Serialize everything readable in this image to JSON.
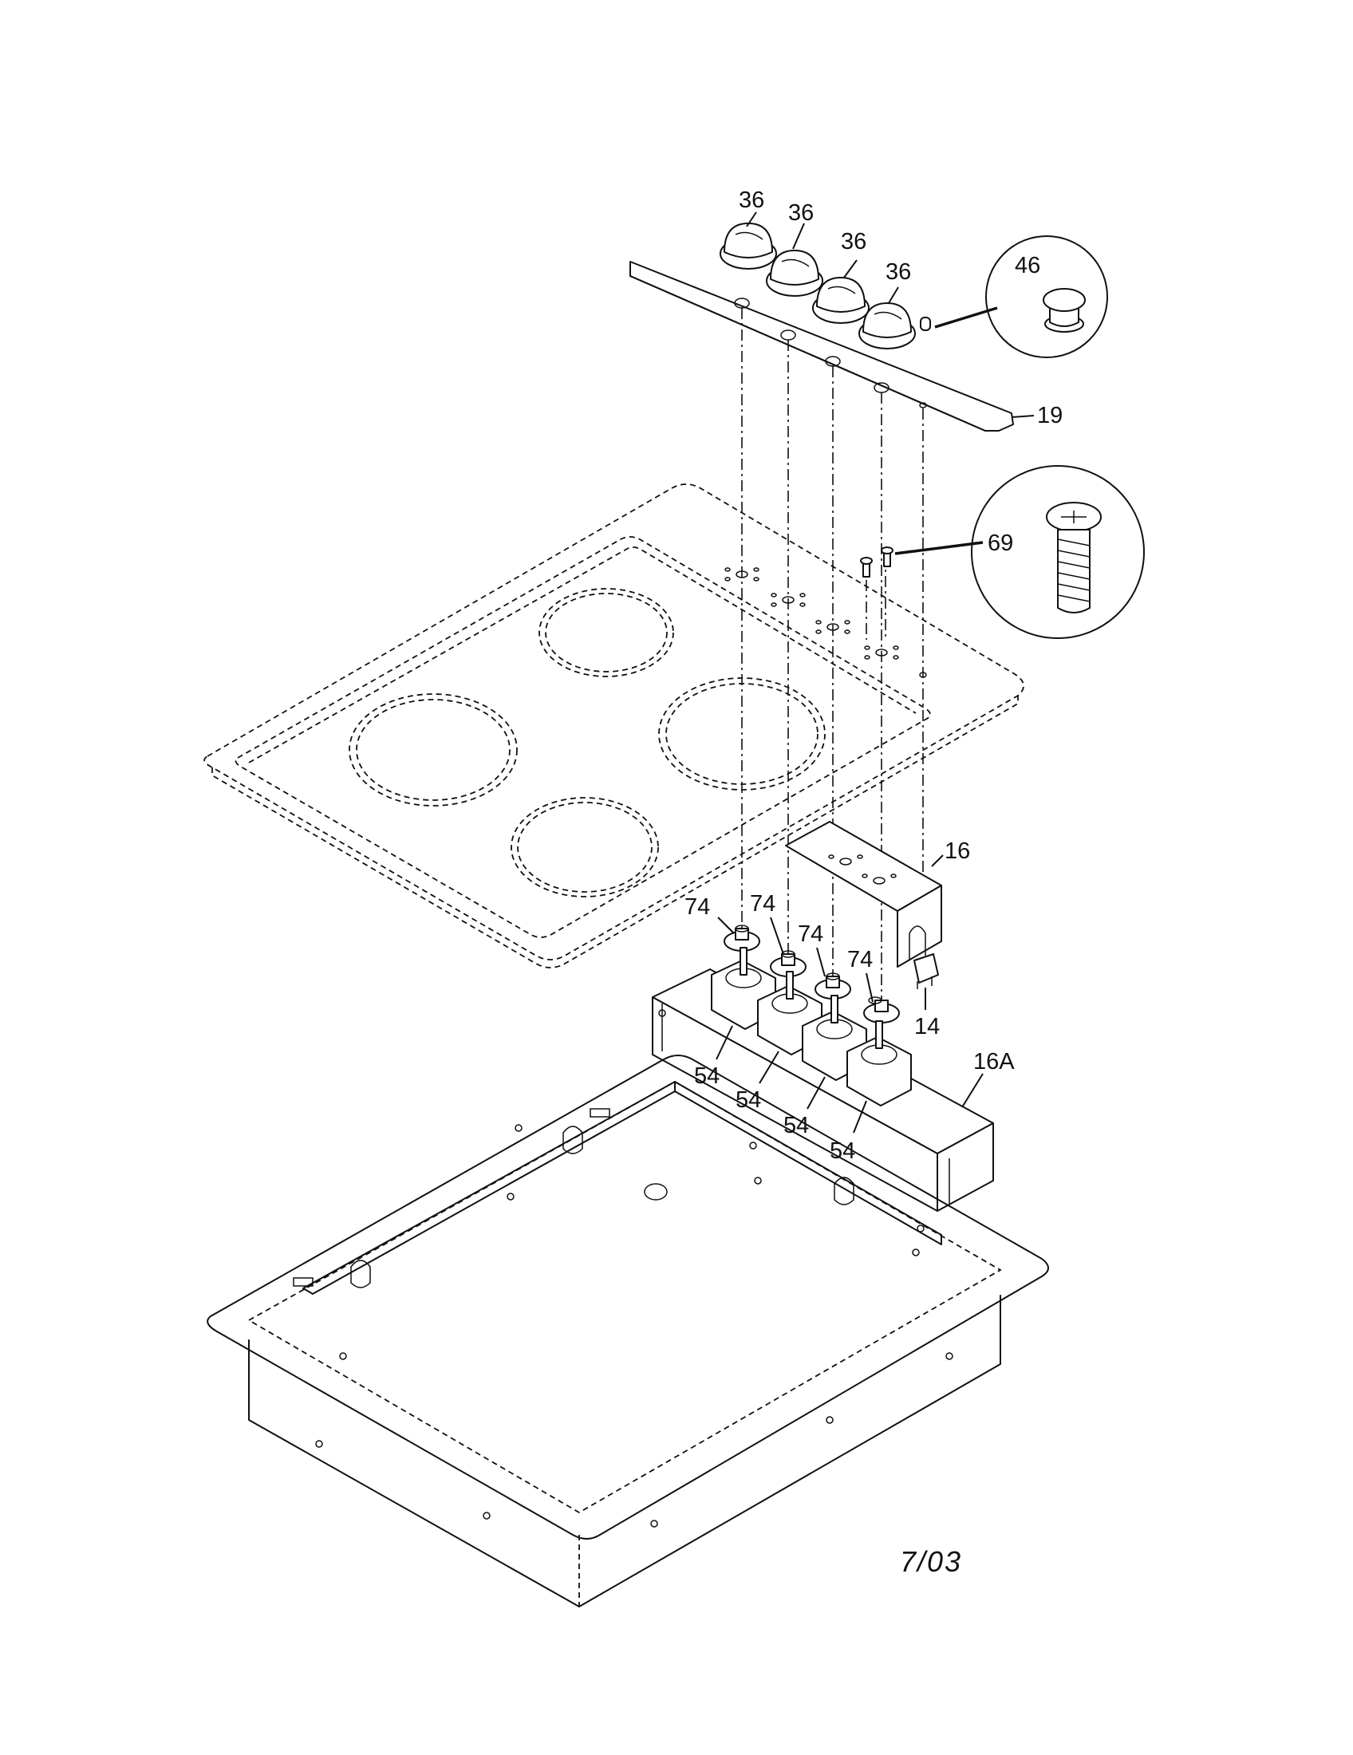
{
  "labels": {
    "knob_1": "36",
    "knob_2": "36",
    "knob_3": "36",
    "knob_4": "36",
    "indicator_light": "46",
    "control_panel": "19",
    "screw": "69",
    "bracket": "16",
    "bezel_1": "74",
    "bezel_2": "74",
    "bezel_3": "74",
    "bezel_4": "74",
    "switch_block": "14",
    "switch_1": "54",
    "switch_2": "54",
    "switch_3": "54",
    "switch_4": "54",
    "channel": "16A"
  },
  "date": "7/03"
}
